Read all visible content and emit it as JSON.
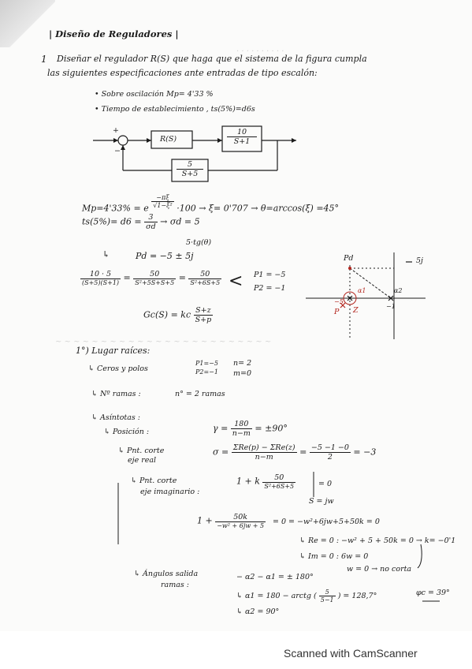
{
  "header": {
    "title": "| Diseño de Reguladores |"
  },
  "problem": {
    "number": "1",
    "statement_line1": "Diseñar el regulador R(S) que haga que el sistema de la figura cumpla",
    "statement_line2": "las siguientes especificaciones ante entradas de tipo escalón:",
    "spec1": "• Sobre oscilación  Mp= 4'33 %",
    "spec2": "• Tiempo de establecimiento ,  ts(5%)=d6s"
  },
  "block_diagram": {
    "plus_sign": "+",
    "minus_sign": "−",
    "controller": "R(S)",
    "plant_num": "10",
    "plant_den": "S+1",
    "feedback_num": "5",
    "feedback_den": "S+5"
  },
  "equations": {
    "mp_left": "Mp=4'33% = e",
    "mp_exp_num": "−πξ",
    "mp_exp_den": "√1−ξ²",
    "mp_right": "·100 → ξ= 0'707 → θ=arccos(ξ) =45°",
    "ts_left": "ts(5%)= d6 =",
    "ts_num": "3",
    "ts_den": "σd",
    "ts_right": "→ σd = 5",
    "tg_label": "5·tg(θ)",
    "pd_label": "Pd = −5 ± 5j",
    "ol_num": "10 · 5",
    "ol_den": "(S+5)(S+1)",
    "ol_mid_num": "50",
    "ol_mid_den": "S²+5S+S+5",
    "ol_final_num": "50",
    "ol_final_den": "S²+6S+5",
    "poles_p1": "P1 = −5",
    "poles_p2": "P2 = −1",
    "gc_left": "Gc(S) = kc",
    "gc_num": "S+z",
    "gc_den": "S+p"
  },
  "root_locus_plot": {
    "pd": "Pd",
    "sj": "5j",
    "alpha1": "α1",
    "alpha2": "α2",
    "minus5": "−5",
    "minus1": "−1",
    "p_label": "P",
    "z_label": "Z"
  },
  "root_locus": {
    "heading": "1°) Lugar raíces:",
    "zeros_poles": "↳ Ceros y polos",
    "zeros_poles_vals": "P1=−5\nP2=−1",
    "n_val": "n= 2",
    "m_val": "m=0",
    "n_ramas_label": "↳ Nº ramas :",
    "n_ramas_val": "n° = 2 ramas",
    "asymptotes": "↳ Asíntotas :",
    "position_label": "↳ Posición :",
    "gamma": "γ =",
    "gamma_num": "180",
    "gamma_den": "n−m",
    "gamma_right": "= ±90°",
    "cut_real_label1": "↳ Pnt. corte",
    "cut_real_label2": "eje real",
    "sigma": "σ =",
    "sigma_num": "ΣRe(p) − ΣRe(z)",
    "sigma_den": "n−m",
    "sigma_num2": "−5 −1 −0",
    "sigma_den2": "2",
    "sigma_result": "= −3",
    "cut_imag_label1": "↳ Pnt. corte",
    "cut_imag_label2": "eje imaginario :",
    "char_left": "1 + k",
    "char_num": "50",
    "char_den": "S²+6S+5",
    "char_right": "= 0",
    "s_eq": "S = jw",
    "char2_left": "1 +",
    "char2_num": "50k",
    "char2_den": "−w² + 6jw + 5",
    "char2_right": "= 0  =  −w²+6jw+5+50k  = 0",
    "re_line": "↳ Re = 0 :  −w² + 5 + 50k = 0 → k= −0'1",
    "im_line": "↳ Im = 0 :   6w = 0",
    "w_line": "w = 0 → no corta",
    "angles_label1": "↳ Ángulos salida",
    "angles_label2": "ramas :",
    "angles_eq": "− α2 − α1 = ± 180°",
    "alpha1_line": "↳ α1 = 180 − arctg (",
    "alpha1_num": "5",
    "alpha1_den": "5−1",
    "alpha1_right": ") = 128,7°",
    "phi": "φc = 39°",
    "alpha2_line": "↳ α2 = 90°"
  },
  "footer": "Scanned with CamScanner",
  "colors": {
    "ink": "#1b1b1b",
    "red_ink": "#b3261e",
    "paper": "#fbfbfa",
    "ghost": "#d3d3d3"
  }
}
